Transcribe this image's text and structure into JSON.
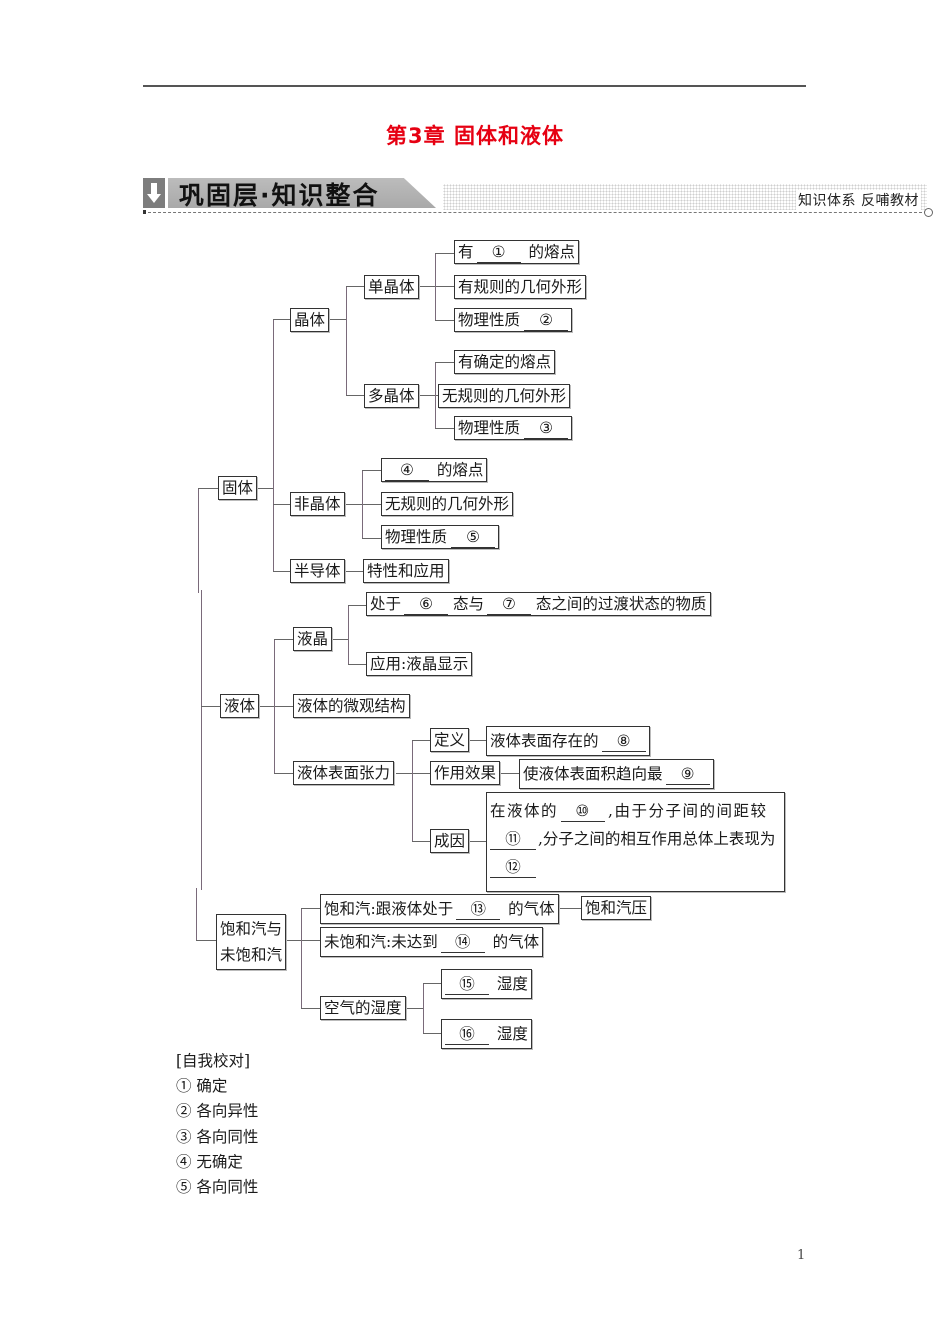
{
  "header": {
    "chapter_title": "第3章  固体和液体",
    "banner_title": "巩固层·知识整合",
    "banner_right": "知识体系  反哺教材",
    "banner_icon": "down-arrow-icon"
  },
  "mindmap": {
    "solid": {
      "label": "固体",
      "crystal": {
        "label": "晶体",
        "single": {
          "label": "单晶体",
          "items": [
            {
              "pre": "有",
              "blank": "①",
              "post": " 的熔点"
            },
            {
              "text": "有规则的几何外形"
            },
            {
              "pre": "物理性质",
              "blank": "②",
              "post": ""
            }
          ]
        },
        "poly": {
          "label": "多晶体",
          "items": [
            {
              "text": "有确定的熔点"
            },
            {
              "text": "无规则的几何外形"
            },
            {
              "pre": "物理性质",
              "blank": "③",
              "post": ""
            }
          ]
        }
      },
      "amorphous": {
        "label": "非晶体",
        "items": [
          {
            "pre": "",
            "blank": "④",
            "post": " 的熔点"
          },
          {
            "text": "无规则的几何外形"
          },
          {
            "pre": "物理性质",
            "blank": "⑤",
            "post": ""
          }
        ]
      },
      "semiconductor": {
        "label": "半导体",
        "item": "特性和应用"
      }
    },
    "liquid": {
      "label": "液体",
      "liquid_crystal": {
        "label": "液晶",
        "def": {
          "p1": "处于",
          "b1": "⑥",
          "p2": " 态与",
          "b2": "⑦",
          "p3": " 态之间的过渡状态的物质"
        },
        "app": "应用:液晶显示"
      },
      "micro": "液体的微观结构",
      "tension": {
        "label": "液体表面张力",
        "definition": {
          "label": "定义",
          "pre": "液体表面存在的",
          "blank": "⑧"
        },
        "effect": {
          "label": "作用效果",
          "pre": "使液体表面积趋向最",
          "blank": "⑨"
        },
        "cause": {
          "label": "成因",
          "l1_pre": "在液体的",
          "b10": "⑩",
          "l1_post": ",由于分子间的间距较",
          "b11": "⑪",
          "l2_post": ",分子之间的相互作用总体上表现为",
          "b12": "⑫"
        }
      }
    },
    "vapor": {
      "label_line1": "饱和汽与",
      "label_line2": "未饱和汽",
      "saturated": {
        "pre": "饱和汽:跟液体处于",
        "blank": "⑬",
        "post": " 的气体",
        "next": "饱和汽压"
      },
      "unsaturated": {
        "pre": "未饱和汽:未达到",
        "blank": "⑭",
        "post": " 的气体"
      },
      "humidity": {
        "label": "空气的湿度",
        "items": [
          {
            "blank": "⑮",
            "post": " 湿度"
          },
          {
            "blank": "⑯",
            "post": " 湿度"
          }
        ]
      }
    }
  },
  "self_check": {
    "title": "[自我校对]",
    "answers": [
      "① 确定",
      "② 各向异性",
      "③ 各向同性",
      "④ 无确定",
      "⑤ 各向同性"
    ]
  },
  "page_number": "1"
}
